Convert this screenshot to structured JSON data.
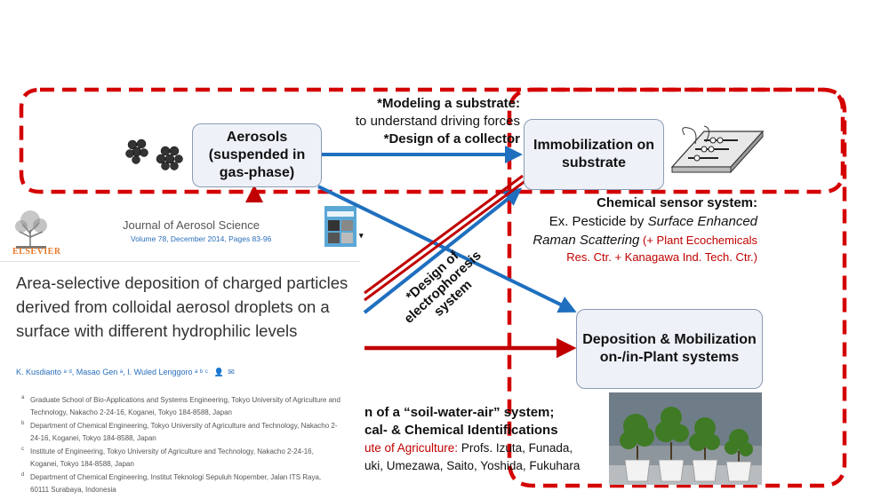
{
  "aerosols_box": "Aerosols (suspended in gas-phase)",
  "immobilization_box": "Immobilization on substrate",
  "deposition_box": "Deposition & Mobilization on-/in-Plant systems",
  "top_note": {
    "line1": "*Modeling a substrate:",
    "line2": "to understand driving forces",
    "line3": "*Design of a collector"
  },
  "sensor_note": {
    "title": "Chemical sensor system:",
    "line2a": "Ex. Pesticide by ",
    "line2b": "Surface Enhanced",
    "line3a": "Raman Scattering",
    "line3b": " (+ Plant Ecochemicals",
    "line4": "Res. Ctr. + Kanagawa Ind. Tech. Ctr.)"
  },
  "electrophoresis_label": "*Design of electrophoresis system",
  "paper": {
    "journal": "Journal of Aerosol Science",
    "volume": "Volume 78, December 2014, Pages 83-96",
    "publisher": "ELSEVIER",
    "title": "Area-selective deposition of charged particles derived from colloidal aerosol droplets on a surface with different hydrophilic levels",
    "authors": "K. Kusdianto ᵃ ᵈ, Masao Gen ᵃ, I. Wuled Lenggoro ᵃ ᵇ ᶜ",
    "affiliations": [
      {
        "sup": "a",
        "text": "Graduate School of Bio-Applications and Systems Engineering, Tokyo University of Agriculture and Technology, Nakacho 2-24-16, Koganei, Tokyo 184-8588, Japan"
      },
      {
        "sup": "b",
        "text": "Department of Chemical Engineering, Tokyo University of Agriculture and Technology, Nakacho 2-24-16, Koganei, Tokyo 184-8588, Japan"
      },
      {
        "sup": "c",
        "text": "Institute of Engineering, Tokyo University of Agriculture and Technology, Nakacho 2-24-16, Koganei, Tokyo 184-8588, Japan"
      },
      {
        "sup": "d",
        "text": "Department of Chemical Engineering, Institut Teknologi Sepuluh Nopember, Jalan ITS Raya, 60111 Surabaya, Indonesia"
      }
    ]
  },
  "soil_note": {
    "line1": "n of a “soil-water-air” system;",
    "line2": "cal-  & Chemical Identifications",
    "line3a": "ute of Agriculture:",
    "line3b": " Profs. Izuta, Funada,",
    "line4": "uki, Umezawa, Saito, Yoshida, Fukuhara"
  },
  "colors": {
    "dashed_outline": "#d40000",
    "blue_arrow": "#1f6fbf",
    "red_arrow": "#c00000",
    "box_fill": "#eef2f8",
    "box_border": "#8a9bb5"
  },
  "icons": [
    "particle-cluster-icon",
    "sensor-chip-icon",
    "journal-cover-icon",
    "elsevier-tree-icon",
    "plants-photo"
  ]
}
